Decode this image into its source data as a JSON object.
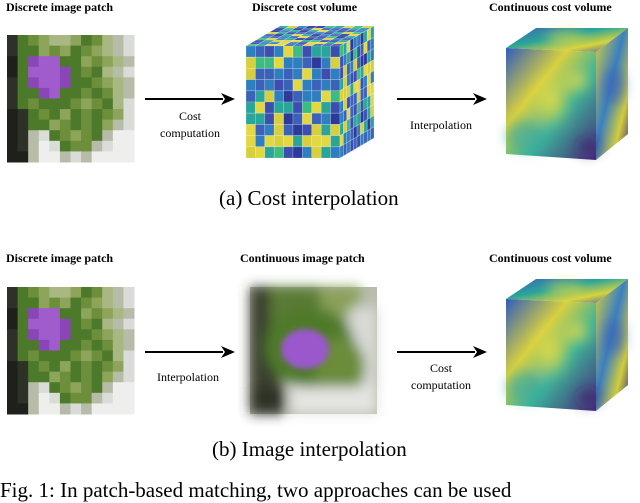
{
  "row_a": {
    "label_left": "Discrete image patch",
    "label_mid": "Discrete cost volume",
    "label_right": "Continuous cost volume",
    "arrow1_text_line1": "Cost",
    "arrow1_text_line2": "computation",
    "arrow2_text": "Interpolation",
    "caption": "(a) Cost interpolation"
  },
  "row_b": {
    "label_left": "Discrete image patch",
    "label_mid": "Continuous image patch",
    "label_right": "Continuous cost volume",
    "arrow1_text": "Interpolation",
    "arrow2_text_line1": "Cost",
    "arrow2_text_line2": "computation",
    "caption": "(b) Image interpolation"
  },
  "figure_caption": "Fig. 1: In patch-based matching, two approaches can be used"
}
